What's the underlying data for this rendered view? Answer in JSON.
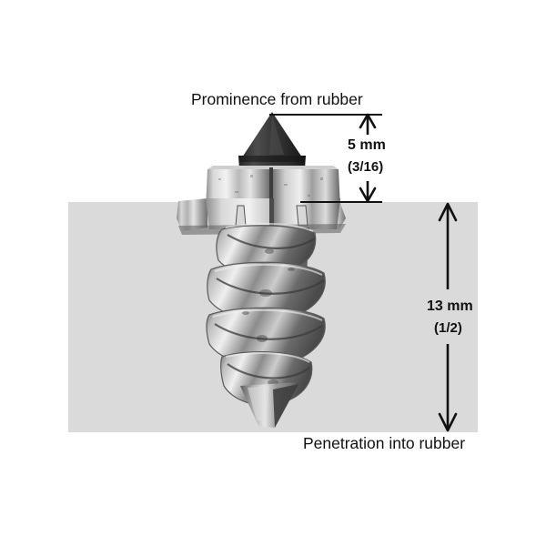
{
  "figure": {
    "type": "technical-diagram",
    "subject": "tire stud screw installed in rubber",
    "background_color": "#ffffff",
    "rubber_color": "#dadada",
    "ink_color": "#111111"
  },
  "annotations": {
    "top_label": "Prominence from rubber",
    "bottom_label": "Penetration into rubber",
    "prominence": {
      "value": "5 mm",
      "imperial": "(3/16)"
    },
    "penetration": {
      "value": "13 mm",
      "imperial": "(1/2)"
    }
  },
  "icons": {
    "arrow_up": "arrow-up-icon",
    "arrow_down": "arrow-down-icon"
  }
}
